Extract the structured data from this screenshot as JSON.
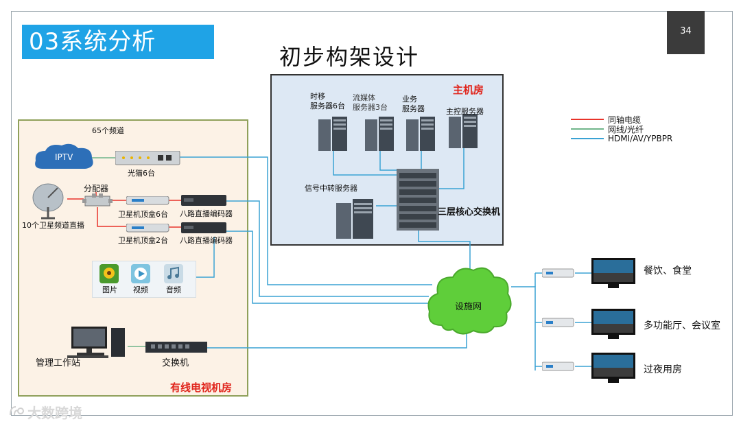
{
  "slide": {
    "section": "03系统分析",
    "page_number": "34",
    "title": "初步构架设计"
  },
  "main_room": {
    "title": "主机房",
    "servers": [
      {
        "label": "时移\n服务器6台"
      },
      {
        "label": "流媒体\n服务器3台"
      },
      {
        "label": "业务\n服务器"
      },
      {
        "label": "主控服务器"
      }
    ],
    "relay_server": "信号中转服务器",
    "core_switch": "三层核心交换机"
  },
  "cable_room": {
    "title": "有线电视机房",
    "channels_65": "65个频道",
    "iptv": "IPTV",
    "optical_modem": "光猫6台",
    "splitter": "分配器",
    "satellite": "10个卫星频道直播",
    "stb_6": "卫星机顶盒6台",
    "stb_2": "卫星机顶盒2台",
    "encoder_1": "八路直播编码器",
    "encoder_2": "八路直播编码器",
    "media": [
      {
        "label": "图片"
      },
      {
        "label": "视频"
      },
      {
        "label": "音频"
      }
    ],
    "workstation": "管理工作站",
    "switch": "交换机"
  },
  "network": {
    "cloud": "设施网"
  },
  "legend": [
    {
      "label": "同轴电缆",
      "color": "#e8332a"
    },
    {
      "label": "网线/光纤",
      "color": "#6fb58a"
    },
    {
      "label": "HDMI/AV/YPBPR",
      "color": "#3aa2d4"
    }
  ],
  "endpoints": [
    {
      "label": "餐饮、食堂"
    },
    {
      "label": "多功能厅、会议室"
    },
    {
      "label": "过夜用房"
    }
  ],
  "watermark": "大数跨境"
}
